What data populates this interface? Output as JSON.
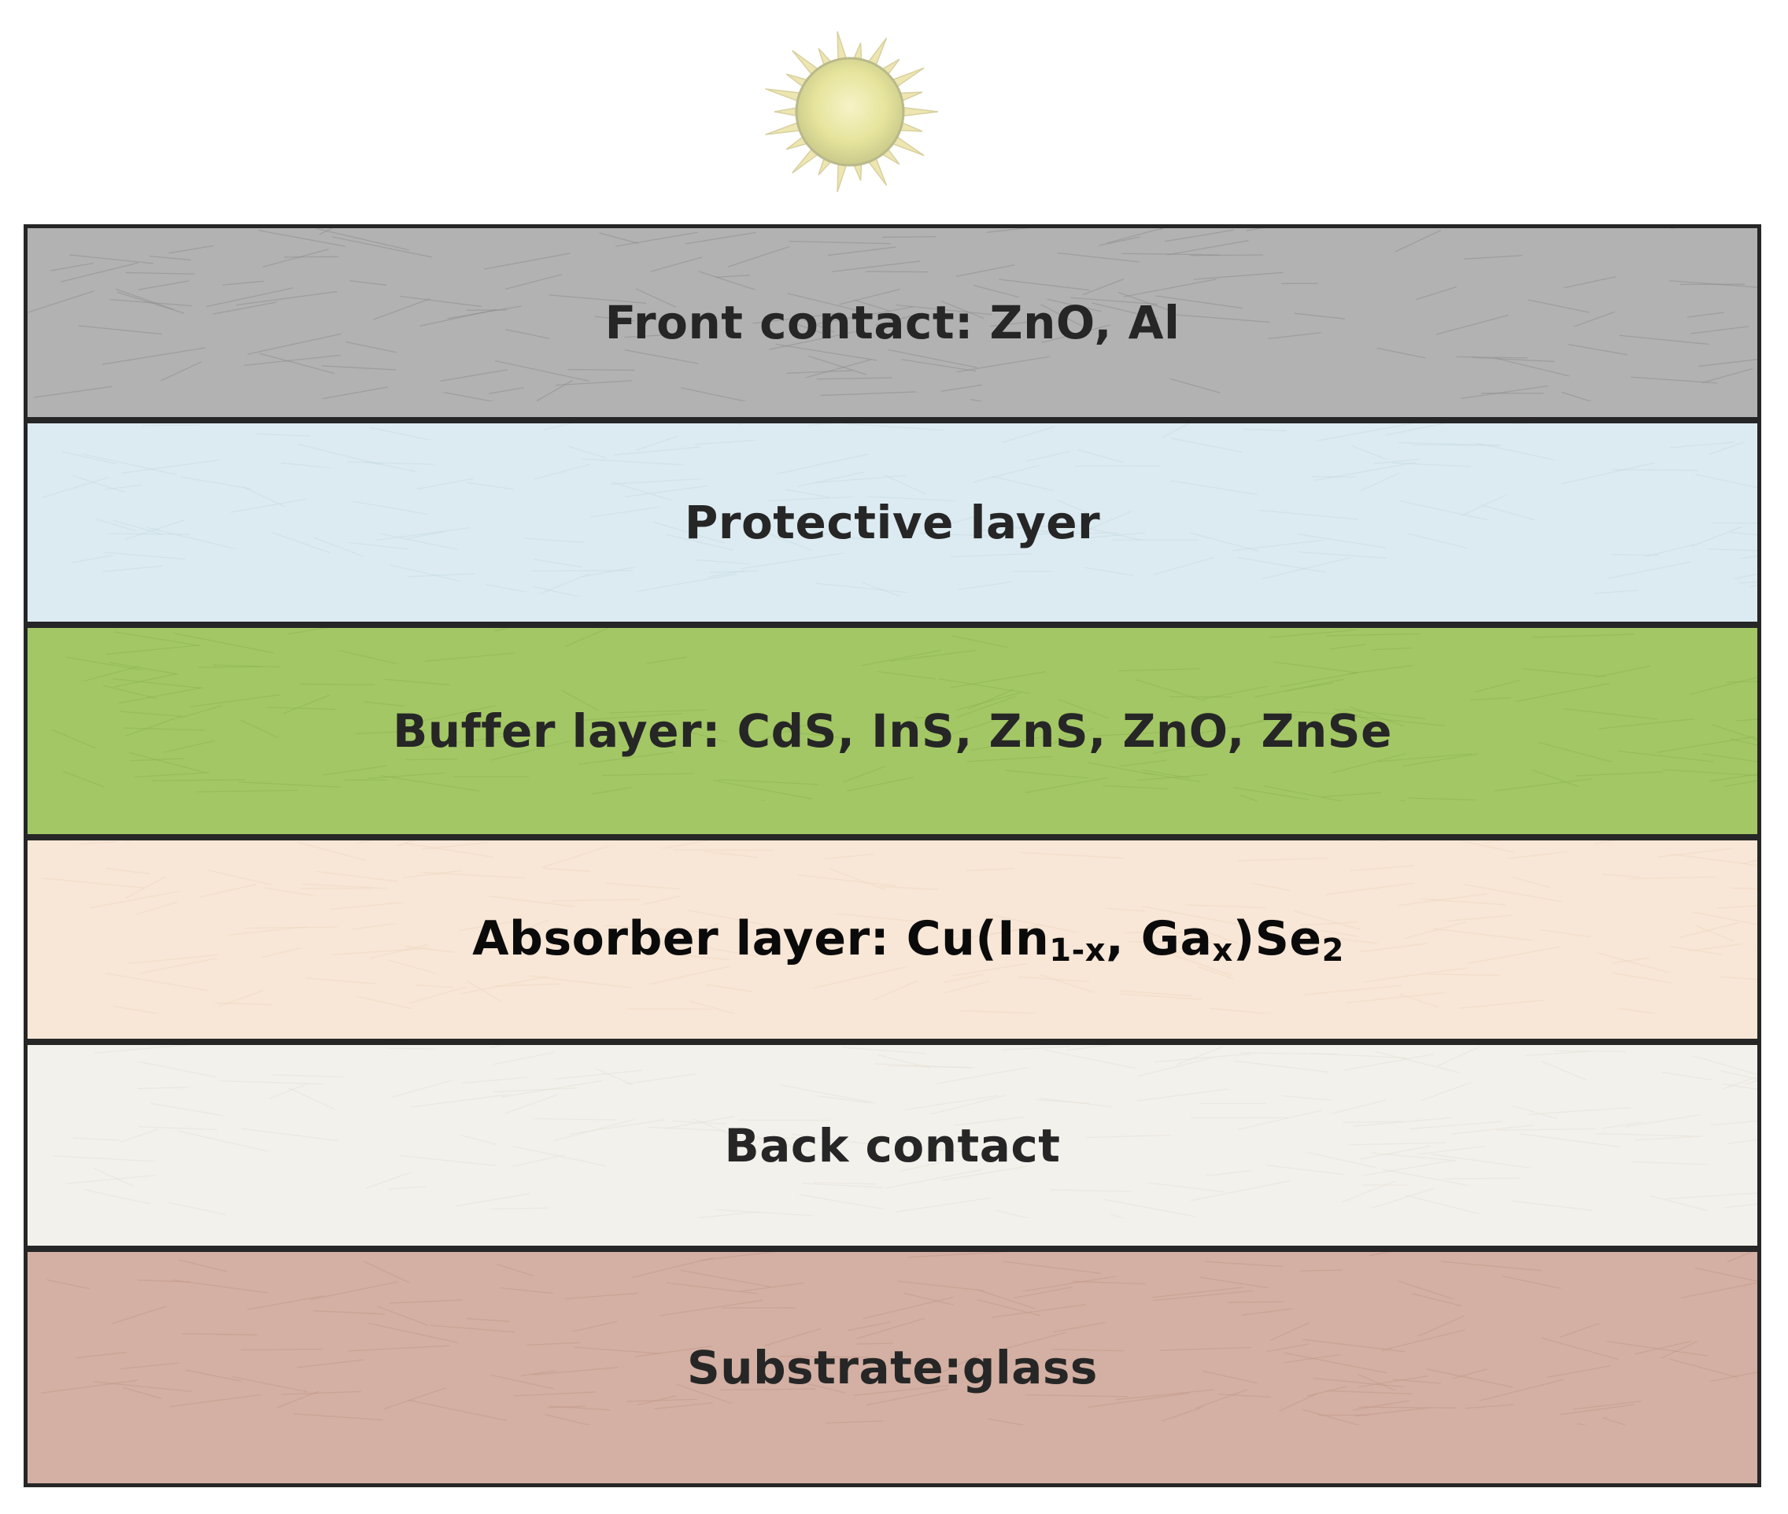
{
  "diagram": {
    "layers": [
      {
        "label": "Front contact: ZnO, Al"
      },
      {
        "label": "Protective layer"
      },
      {
        "label": "Buffer layer: CdS, InS, ZnS, ZnO, ZnSe"
      },
      {
        "label_prefix": "Absorber layer: ",
        "label_formula": {
          "part1": "Cu(In",
          "sub1": "1-x",
          "part2": ", Ga",
          "sub2": "x",
          "part3": ")Se",
          "sub3": "2"
        }
      },
      {
        "label": "Back contact"
      },
      {
        "label": "Substrate:glass"
      }
    ],
    "colors": {
      "front_contact": "#b2b2b2",
      "protective": "#dcebf1",
      "buffer": "#a3c765",
      "absorber": "#f8e6d6",
      "back_contact": "#f3f1ec",
      "substrate": "#d3b0a3",
      "border": "#262626",
      "sun": "#e6e49c"
    },
    "icon": "sun-icon"
  }
}
